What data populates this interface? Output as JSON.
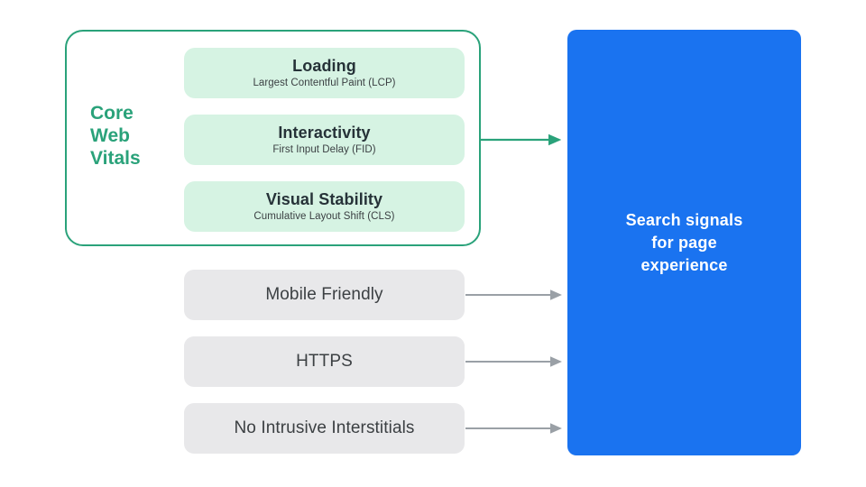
{
  "diagram": {
    "title": "Search signals for page experience",
    "colors": {
      "green_border": "#2aa27a",
      "green_text": "#2aa27a",
      "green_card_bg": "#d6f3e3",
      "gray_card_bg": "#e8e8ea",
      "gray_arrow": "#9aa0a6",
      "blue_panel": "#1a73f0",
      "dark_text": "#3c4043",
      "white_text": "#ffffff"
    }
  },
  "core_web_vitals": {
    "group_label": "Core\nWeb\nVitals",
    "metrics": [
      {
        "title": "Loading",
        "subtitle": "Largest Contentful Paint (LCP)"
      },
      {
        "title": "Interactivity",
        "subtitle": "First Input Delay (FID)"
      },
      {
        "title": "Visual Stability",
        "subtitle": "Cumulative Layout Shift (CLS)"
      }
    ]
  },
  "other_signals": [
    {
      "label": "Mobile Friendly"
    },
    {
      "label": "HTTPS"
    },
    {
      "label": "No Intrusive Interstitials"
    }
  ],
  "output_panel": {
    "text": "Search signals\nfor page\nexperience"
  }
}
